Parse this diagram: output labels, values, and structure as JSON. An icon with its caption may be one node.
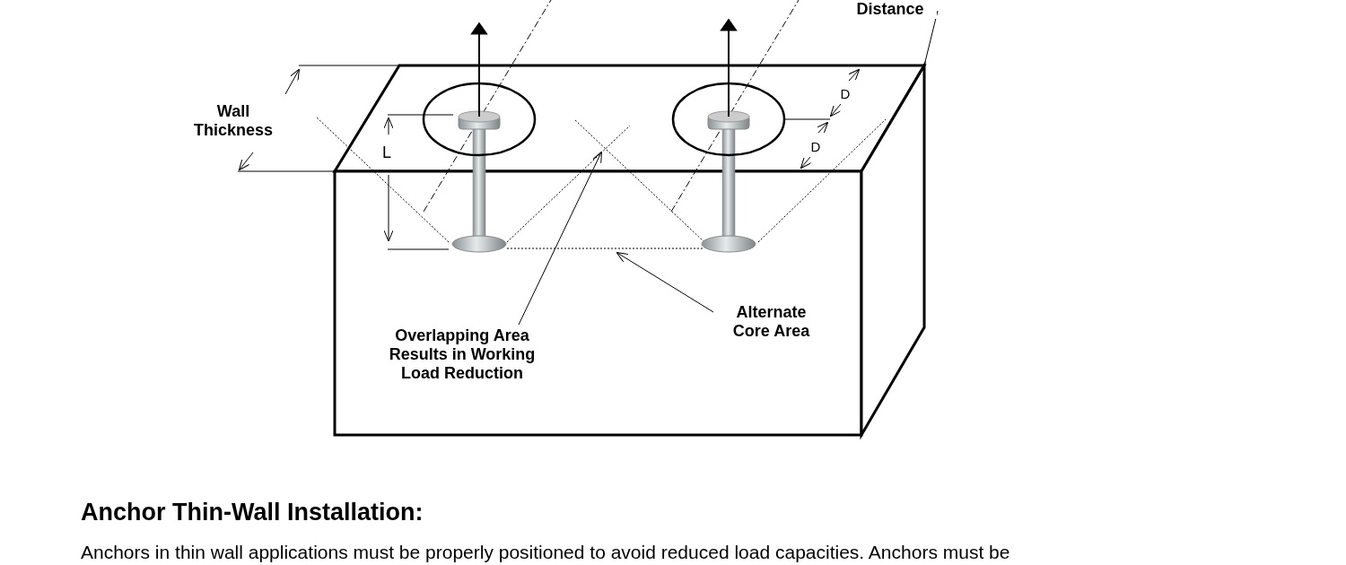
{
  "diagram": {
    "title": "Anchor Thin-Wall Installation:",
    "nodes": [
      {
        "text": [
          "Overlapping Area Results in Working Load Reduction"
        ]
      },
      {
        "text": [
          "Alternate Core Area"
        ]
      },
      {
        "text": [
          "Distance"
        ]
      }
    ],
    "edges": [
      {
        "from": 0,
        "to": null,
        "arrow": "to"
      },
      {
        "from": 1,
        "to": null,
        "arrow": "to"
      },
      {
        "from": 2,
        "to": null,
        "arrow": "none"
      }
    ],
    "labels": [
      "Wall Thickness",
      "L",
      "D",
      "D",
      "Anchors in thin wall applications must be properly positioned to avoid reduced load capacities. Anchors must be"
    ]
  }
}
